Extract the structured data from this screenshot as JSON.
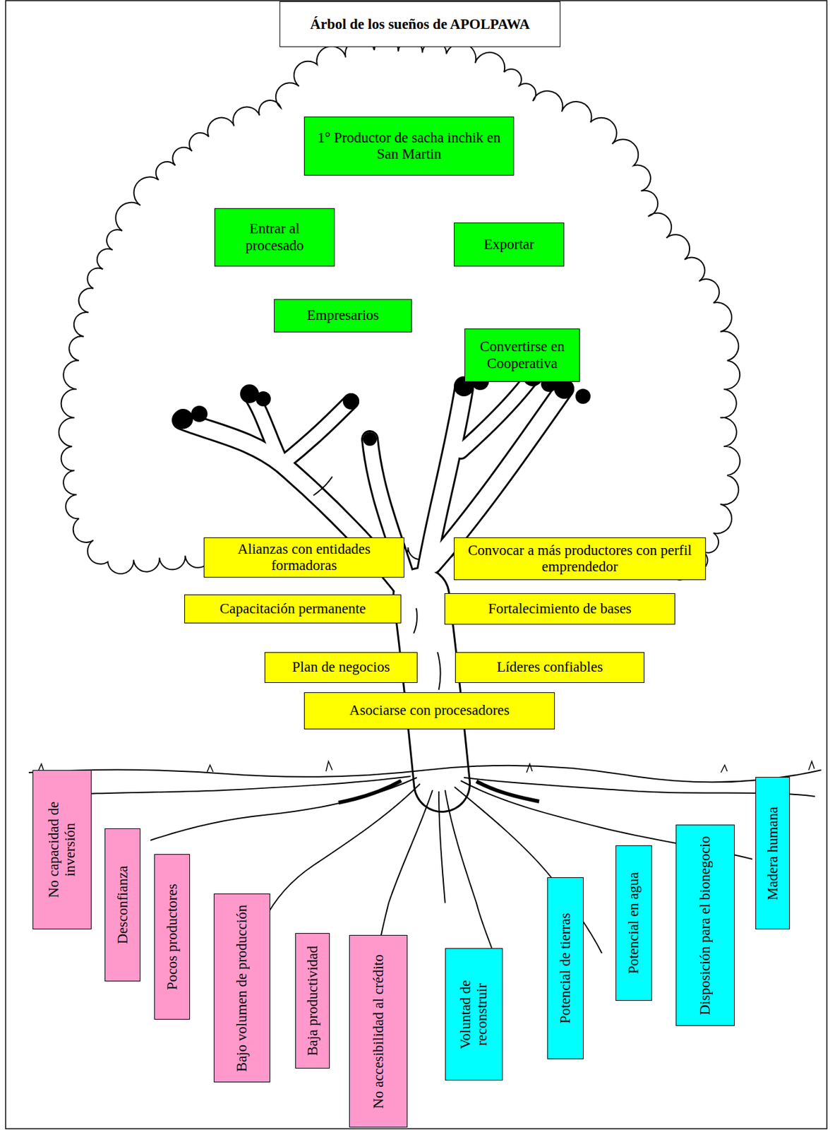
{
  "diagram": {
    "title": "Árbol de los sueños de APOLPAWA",
    "nodes": [
      {
        "text": [
          "1° Productor de sacha inchik en San Martin"
        ]
      },
      {
        "text": [
          "Entrar al procesado"
        ]
      },
      {
        "text": [
          "Exportar"
        ]
      },
      {
        "text": [
          "Empresarios"
        ]
      },
      {
        "text": [
          "Convertirse en Cooperativa"
        ]
      },
      {
        "text": [
          "Alianzas con entidades formadoras"
        ]
      },
      {
        "text": [
          "Convocar a más productores con perfil emprendedor"
        ]
      },
      {
        "text": [
          "Capacitación permanente"
        ]
      },
      {
        "text": [
          "Fortalecimiento de bases"
        ]
      },
      {
        "text": [
          "Plan de negocios"
        ]
      },
      {
        "text": [
          "Líderes confiables"
        ]
      },
      {
        "text": [
          "Asociarse con procesadores"
        ]
      },
      {
        "text": [
          "No capacidad de inversión"
        ]
      },
      {
        "text": [
          "Desconfianza"
        ]
      },
      {
        "text": [
          "Pocos productores"
        ]
      },
      {
        "text": [
          "Bajo volumen de producción"
        ]
      },
      {
        "text": [
          "Baja productividad"
        ]
      },
      {
        "text": [
          "No accesibilidad al crédito"
        ]
      },
      {
        "text": [
          "Voluntad de reconstruir"
        ]
      },
      {
        "text": [
          "Potencial de tierras"
        ]
      },
      {
        "text": [
          "Potencial en agua"
        ]
      },
      {
        "text": [
          "Disposición para el bionegocio"
        ]
      },
      {
        "text": [
          "Madera humana"
        ]
      }
    ]
  }
}
